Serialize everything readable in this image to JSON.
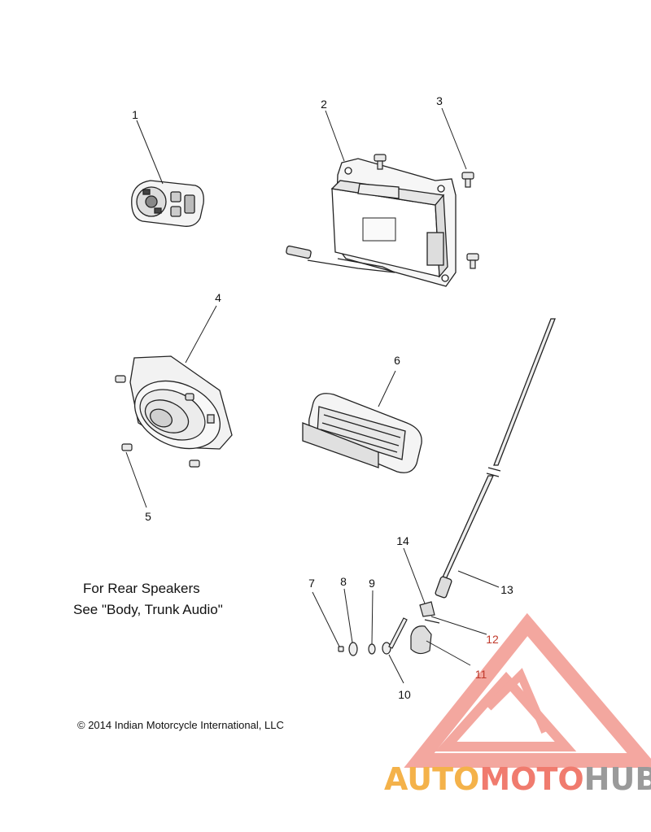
{
  "callouts": {
    "c1": "1",
    "c2": "2",
    "c3": "3",
    "c4": "4",
    "c5": "5",
    "c6": "6",
    "c7": "7",
    "c8": "8",
    "c9": "9",
    "c10": "10",
    "c11": "11",
    "c12": "12",
    "c13": "13",
    "c14": "14"
  },
  "note": {
    "line1": "For Rear Speakers",
    "line2": "See \"Body, Trunk Audio\""
  },
  "copyright": "© 2014 Indian Motorcycle International, LLC",
  "watermark": {
    "part1": "AUTO",
    "part2": "MOTO",
    "part3": "HUB",
    "colors": {
      "auto": "#f4b24a",
      "moto": "#f07b6e",
      "hub": "#9a9a9a",
      "logo": "#f08a80"
    }
  },
  "icons": {
    "part1": "handlebar-control-switch-icon",
    "part2": "radio-module-icon",
    "part3": "screw-icon",
    "part4": "speaker-icon",
    "part5": "screw-icon",
    "part6": "speaker-grille-icon",
    "part13": "antenna-mast-icon"
  }
}
